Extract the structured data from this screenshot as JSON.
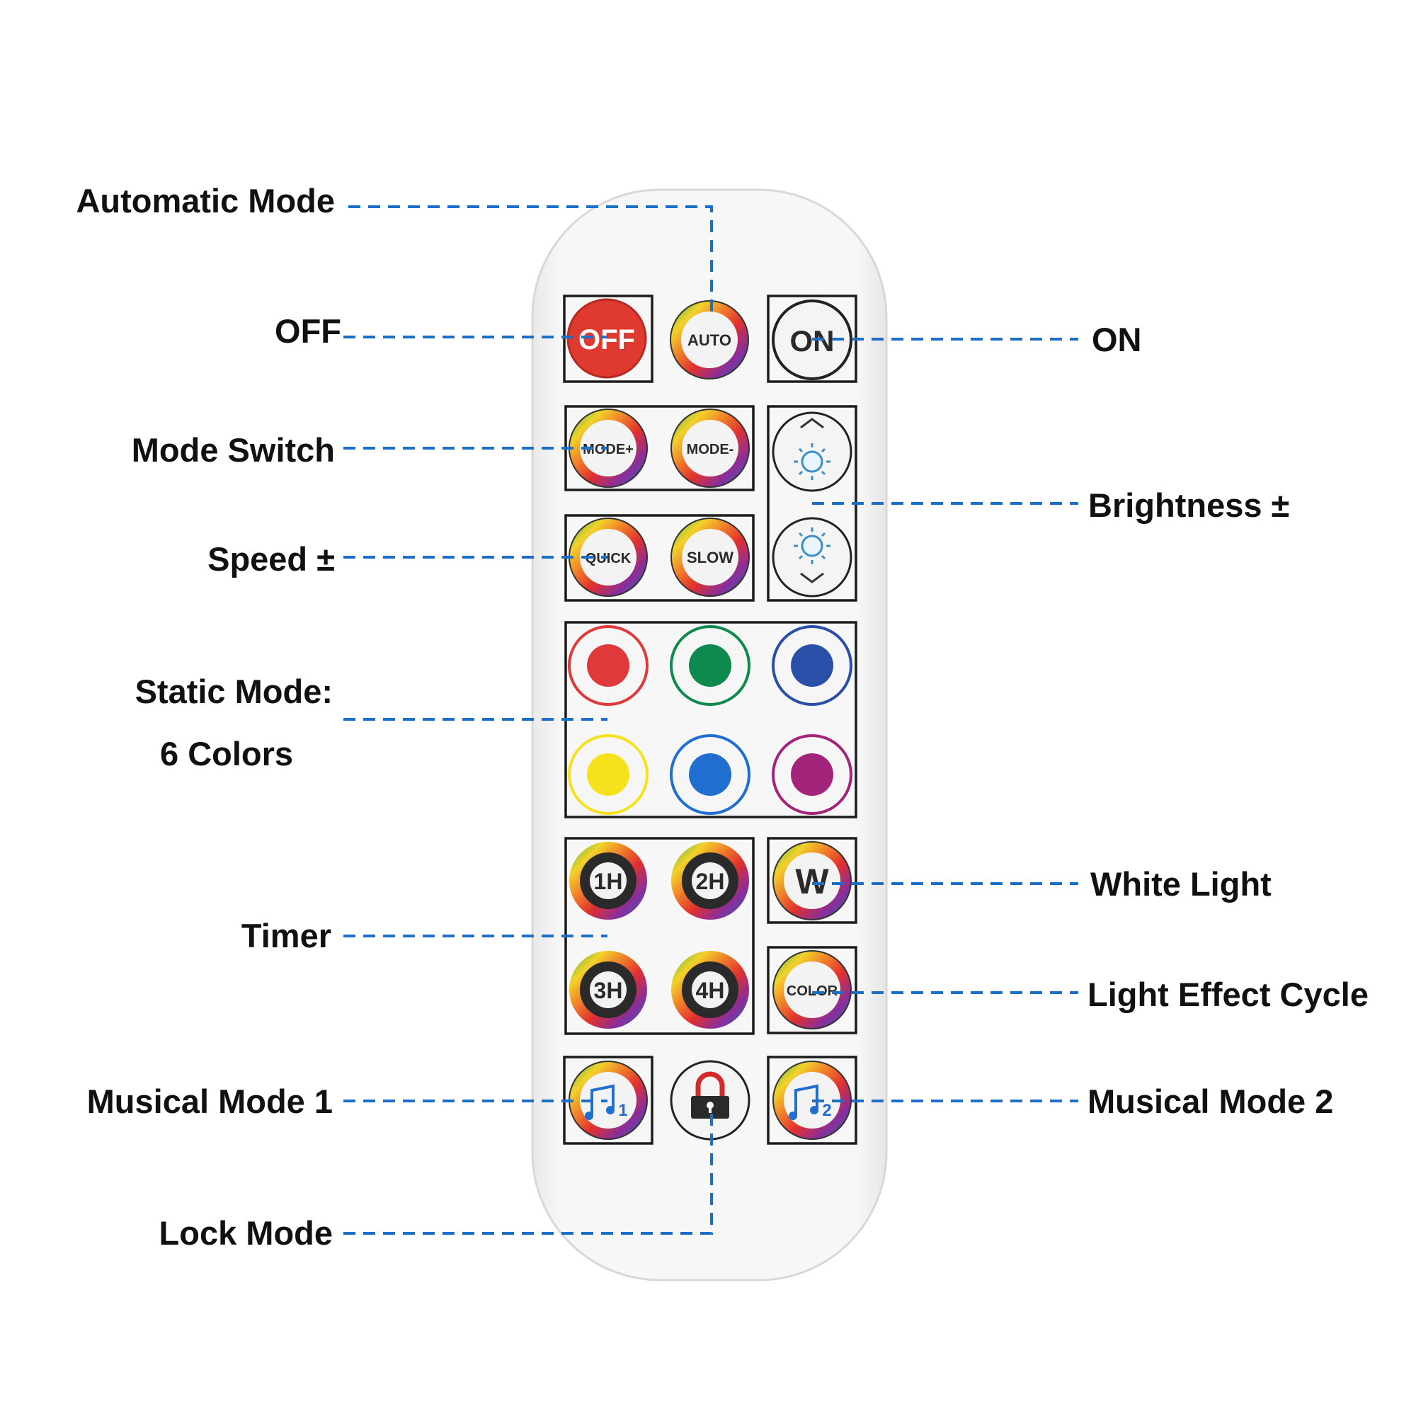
{
  "labels": {
    "automatic_mode": "Automatic Mode",
    "off": "OFF",
    "on": "ON",
    "mode_switch": "Mode Switch",
    "brightness": "Brightness ±",
    "speed": "Speed ±",
    "static_mode_line1": "Static  Mode:",
    "static_mode_line2": "6 Colors",
    "white_light": "White Light",
    "timer": "Timer",
    "light_effect_cycle": "Light Effect Cycle",
    "musical_mode_1": "Musical Mode 1",
    "musical_mode_2": "Musical Mode 2",
    "lock_mode": "Lock Mode"
  },
  "buttons": {
    "off": "OFF",
    "auto": "AUTO",
    "on": "ON",
    "mode_plus": "MODE+",
    "mode_minus": "MODE-",
    "quick": "QUICK",
    "slow": "SLOW",
    "timer_1": "1H",
    "timer_2": "2H",
    "timer_3": "3H",
    "timer_4": "4H",
    "white": "W",
    "color": "COLOR",
    "music_1_num": "1",
    "music_2_num": "2"
  },
  "colors": {
    "leader": "#1a6fc9",
    "off_button": "#e0392f",
    "static_red": "#e0393a",
    "static_green": "#0e8a4f",
    "static_blue": "#2a4fa8",
    "static_yellow": "#f6e21c",
    "static_light_blue": "#1f6ed0",
    "static_purple": "#a3247b"
  },
  "icons": [
    "brightness-up-icon",
    "brightness-down-icon",
    "music-note-icon",
    "padlock-icon"
  ]
}
